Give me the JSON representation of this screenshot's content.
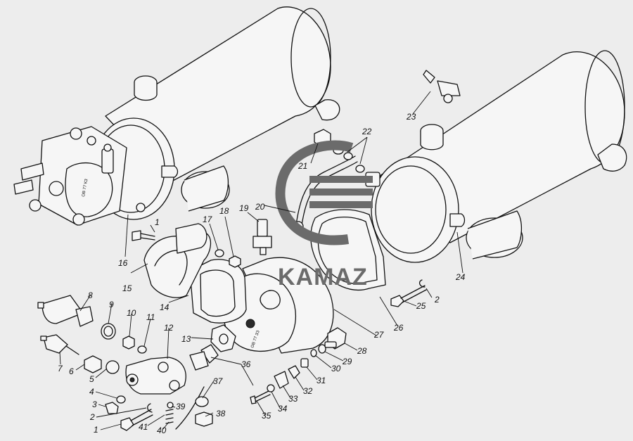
{
  "watermark": {
    "text": "KAMAZ"
  },
  "stamped_text": {
    "left_housing": "ОВ 77 КЗ",
    "right_housing": "ОВ 77 ЗЗ"
  },
  "callouts": [
    "1",
    "2",
    "3",
    "4",
    "5",
    "6",
    "7",
    "8",
    "9",
    "10",
    "11",
    "12",
    "13",
    "14",
    "15",
    "16",
    "17",
    "18",
    "19",
    "20",
    "21",
    "22",
    "23",
    "24",
    "25",
    "26",
    "27",
    "28",
    "29",
    "30",
    "31",
    "32",
    "33",
    "34",
    "35",
    "36",
    "37",
    "38",
    "39",
    "40",
    "41",
    "1",
    "2"
  ],
  "colors": {
    "line": "#111111",
    "paper": "#ededed",
    "watermark": "#6b6b6b"
  }
}
